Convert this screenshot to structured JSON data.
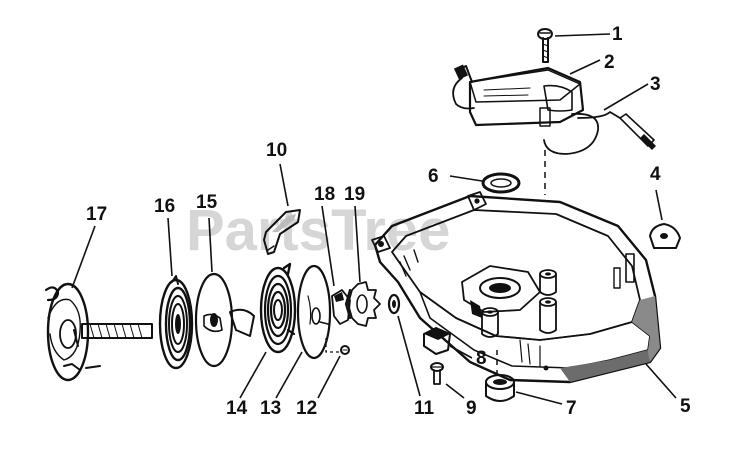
{
  "watermark": "PartsTree",
  "callouts": [
    {
      "id": "c1",
      "label": "1"
    },
    {
      "id": "c2",
      "label": "2"
    },
    {
      "id": "c3",
      "label": "3"
    },
    {
      "id": "c4",
      "label": "4"
    },
    {
      "id": "c5",
      "label": "5"
    },
    {
      "id": "c6",
      "label": "6"
    },
    {
      "id": "c7",
      "label": "7"
    },
    {
      "id": "c8",
      "label": "8"
    },
    {
      "id": "c9",
      "label": "9"
    },
    {
      "id": "c10",
      "label": "10"
    },
    {
      "id": "c11",
      "label": "11"
    },
    {
      "id": "c12",
      "label": "12"
    },
    {
      "id": "c13",
      "label": "13"
    },
    {
      "id": "c14",
      "label": "14"
    },
    {
      "id": "c15",
      "label": "15"
    },
    {
      "id": "c16",
      "label": "16"
    },
    {
      "id": "c17",
      "label": "17"
    },
    {
      "id": "c18",
      "label": "18"
    },
    {
      "id": "c19",
      "label": "19"
    }
  ]
}
